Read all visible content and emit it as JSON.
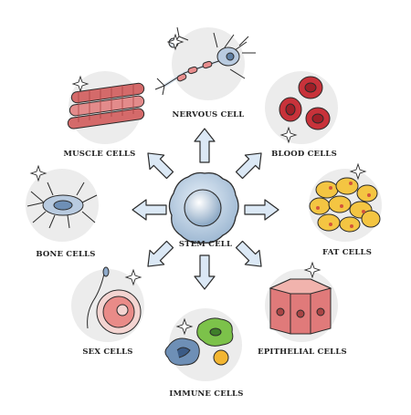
{
  "center": {
    "label": "STEM CELL"
  },
  "cells": [
    {
      "id": "nervous",
      "label": "NERVOUS CELL"
    },
    {
      "id": "muscle",
      "label": "MUSCLE CELLS"
    },
    {
      "id": "blood",
      "label": "BLOOD CELLS"
    },
    {
      "id": "bone",
      "label": "BONE CELLS"
    },
    {
      "id": "fat",
      "label": "FAT CELLS"
    },
    {
      "id": "sex",
      "label": "SEX CELLS"
    },
    {
      "id": "epithelial",
      "label": "EPITHELIAL CELLS"
    },
    {
      "id": "immune",
      "label": "IMMUNE CELLS"
    }
  ],
  "colors": {
    "arrow_fill": "#dbe8f5",
    "outline": "#2b2b2b",
    "circle_bg": "#ececec",
    "stem": "#a9c3da",
    "muscle": "#d46a6a",
    "blood": "#c8323a",
    "fat": "#f4c542",
    "epithelial": "#e07a7a",
    "immune_green": "#7cc24a",
    "immune_blue": "#6e8fb6",
    "immune_yellow": "#f2b531",
    "bone": "#b9cbe0",
    "sex": "#e98b88"
  }
}
